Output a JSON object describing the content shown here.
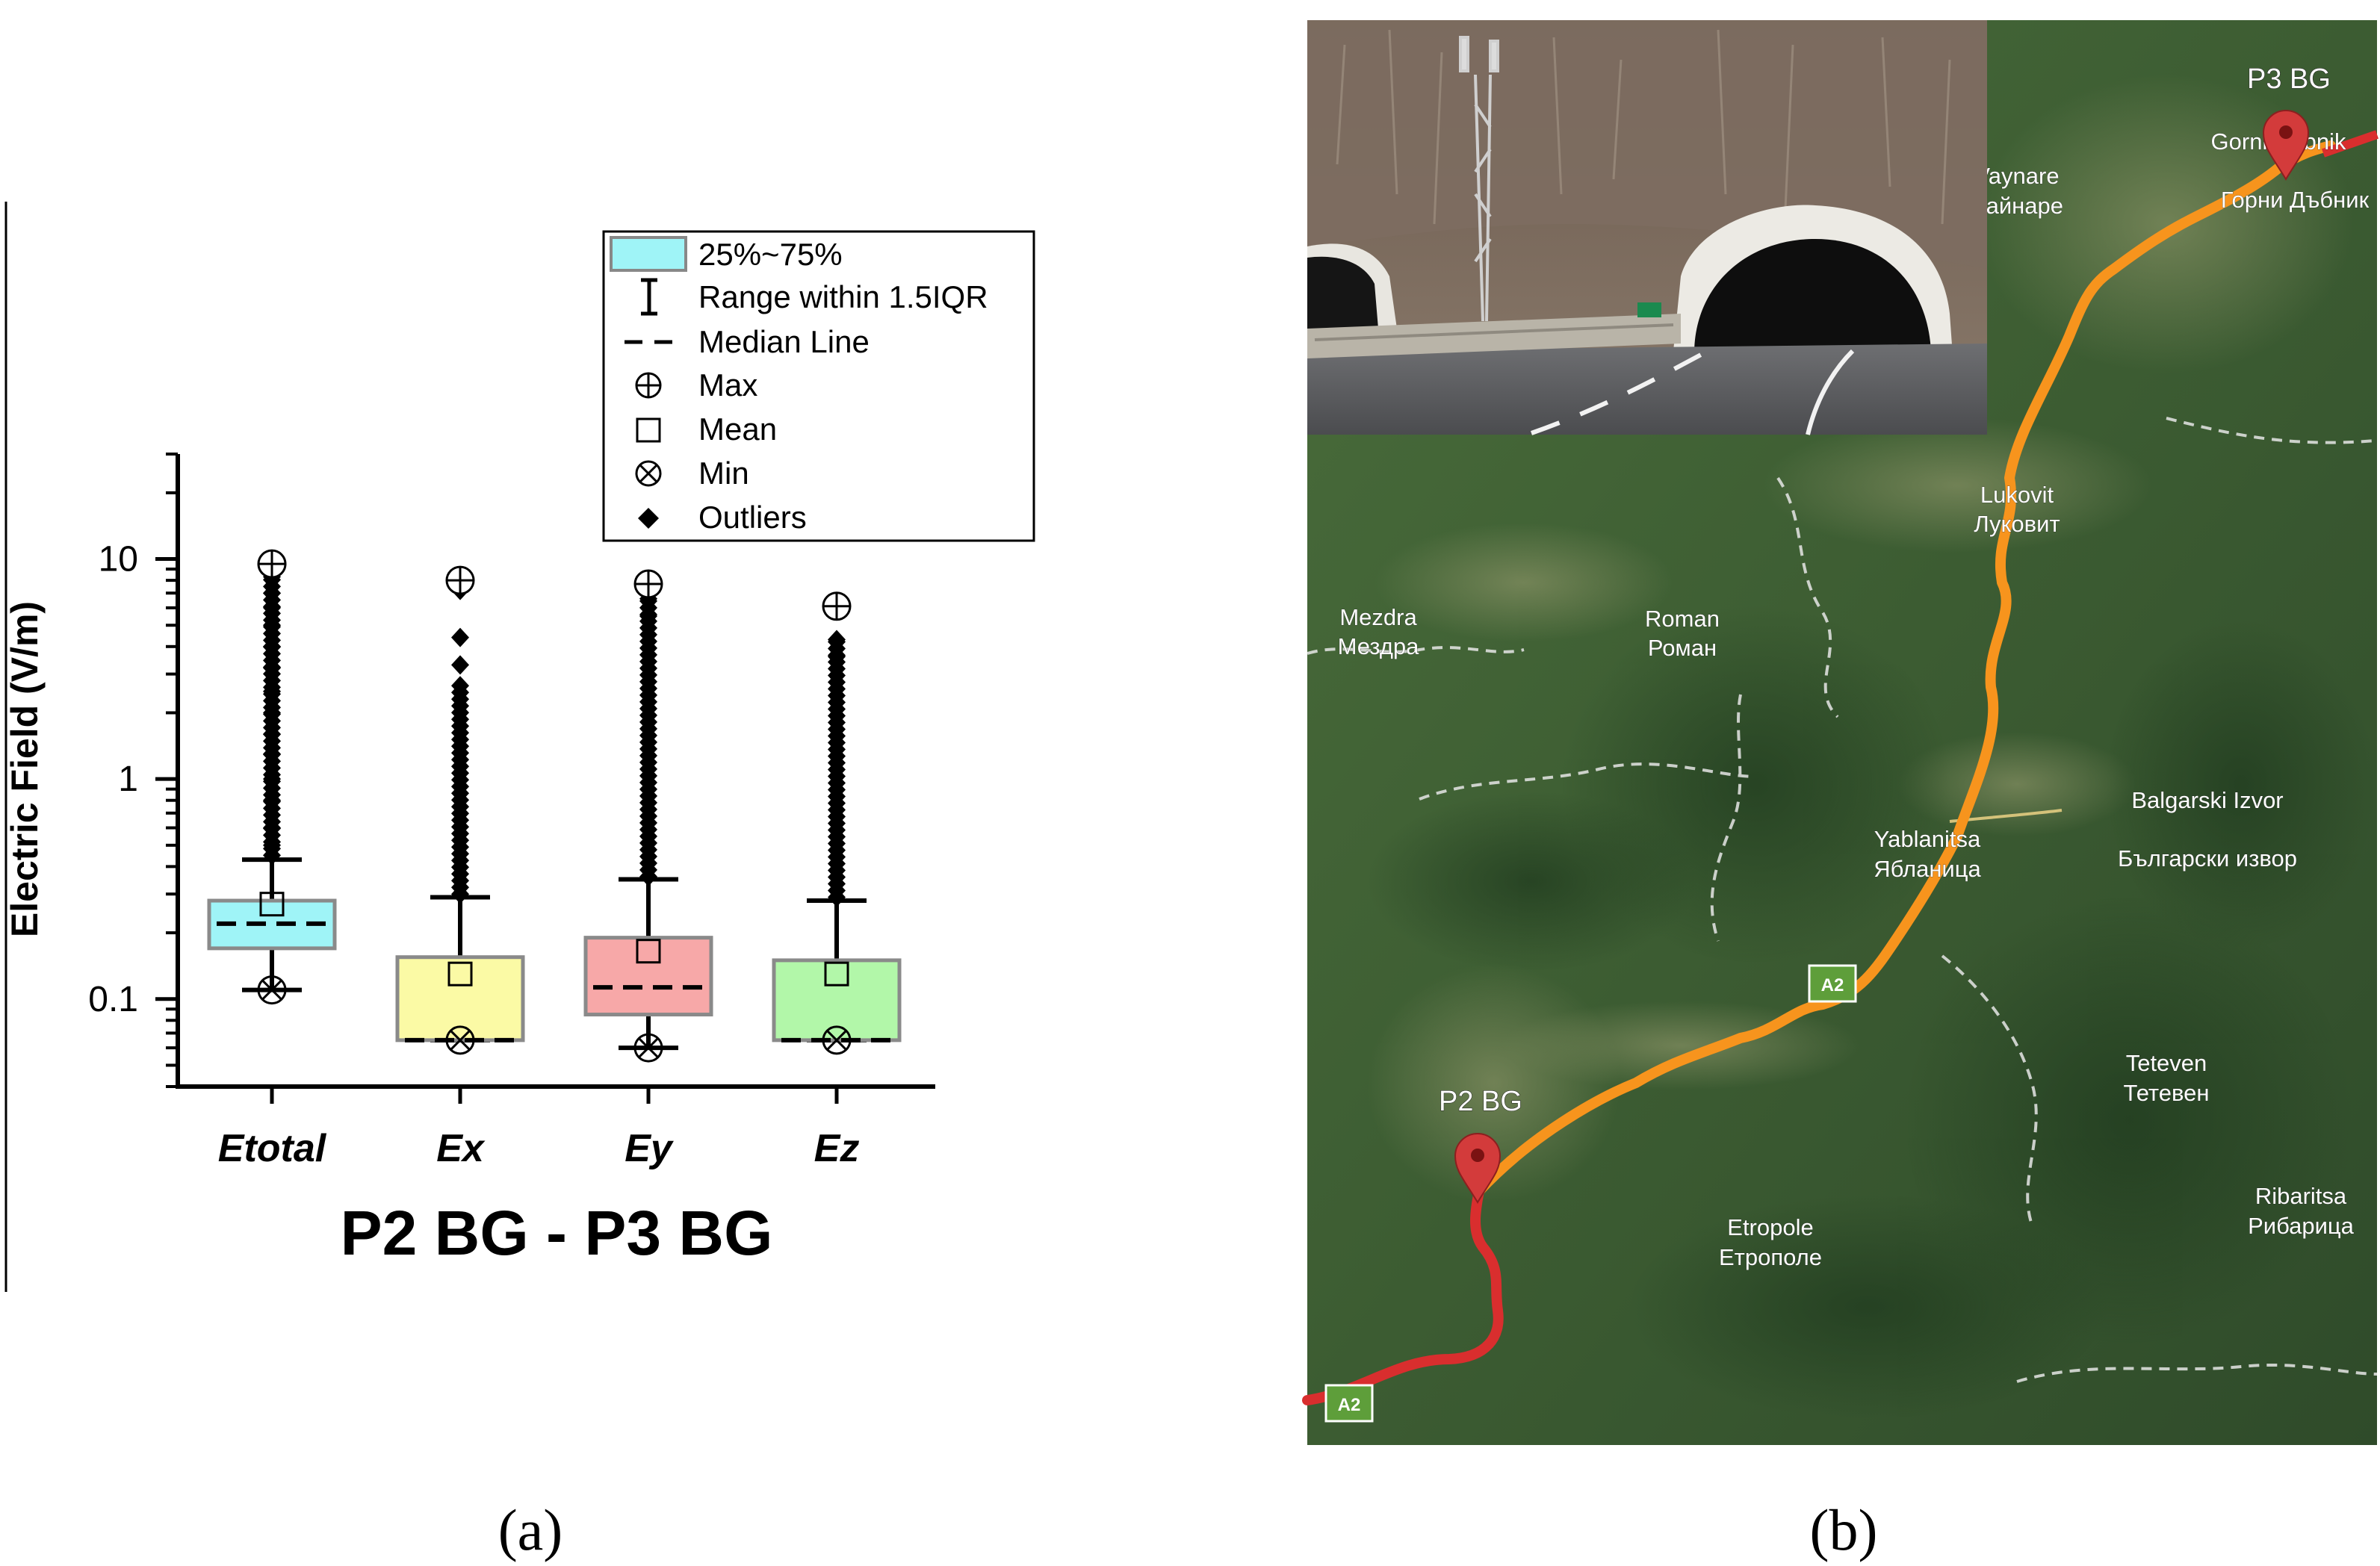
{
  "chart_data": {
    "type": "box",
    "title": "P2 BG - P3 BG",
    "ylabel": "Electric Field (V/m)",
    "xlabel": "",
    "yscale": "log",
    "ylim": [
      0.04,
      30
    ],
    "yticks": [
      {
        "value": 0.1,
        "label": "0.1"
      },
      {
        "value": 1,
        "label": "1"
      },
      {
        "value": 10,
        "label": "10"
      }
    ],
    "grid": false,
    "legend_position": "top-right",
    "legend": [
      {
        "key": "box",
        "label": "25%~75%"
      },
      {
        "key": "whisker",
        "label": "Range within 1.5IQR"
      },
      {
        "key": "median",
        "label": "Median Line"
      },
      {
        "key": "max",
        "label": "Max"
      },
      {
        "key": "mean",
        "label": "Mean"
      },
      {
        "key": "min",
        "label": "Min"
      },
      {
        "key": "outlier",
        "label": "Outliers"
      }
    ],
    "boxes": [
      {
        "label": "Etotal",
        "color": "#9ff4f7",
        "q1": 0.17,
        "median": 0.22,
        "q3": 0.28,
        "mean": 0.27,
        "whisker_low": 0.11,
        "whisker_high": 0.43,
        "min": 0.11,
        "max": 9.5,
        "outliers_range": [
          0.45,
          8.3
        ],
        "outliers_extra": [
          0.5,
          0.6,
          0.8,
          1.0,
          1.3,
          1.6,
          2.0,
          2.5,
          3.2,
          4.0,
          5.0,
          6.0,
          7.0,
          8.3
        ]
      },
      {
        "label": "Ex",
        "color": "#fbfaa5",
        "q1": 0.065,
        "median": 0.065,
        "q3": 0.155,
        "mean": 0.13,
        "whisker_low": 0.065,
        "whisker_high": 0.29,
        "min": 0.065,
        "max": 8.0,
        "outliers_range": [
          0.3,
          2.7
        ],
        "outliers_extra": [
          3.3,
          4.4,
          7.2
        ]
      },
      {
        "label": "Ey",
        "color": "#f7a8a8",
        "q1": 0.085,
        "median": 0.113,
        "q3": 0.19,
        "mean": 0.165,
        "whisker_low": 0.06,
        "whisker_high": 0.35,
        "min": 0.06,
        "max": 7.7,
        "outliers_range": [
          0.36,
          6.6
        ],
        "outliers_extra": [
          5.5,
          6.6
        ]
      },
      {
        "label": "Ez",
        "color": "#b2f7a9",
        "q1": 0.065,
        "median": 0.065,
        "q3": 0.15,
        "mean": 0.13,
        "whisker_low": 0.065,
        "whisker_high": 0.28,
        "min": 0.065,
        "max": 6.1,
        "outliers_range": [
          0.29,
          4.3
        ],
        "outliers_extra": [
          3.6,
          4.3
        ]
      }
    ]
  },
  "panels": {
    "a_caption": "(a)",
    "b_caption": "(b)"
  },
  "map": {
    "point_labels": {
      "p2": "P2 BG",
      "p3": "P3 BG"
    },
    "road_label": "A2",
    "places": [
      {
        "en": "Gorni Dabnik",
        "bg": "Горни Дъбник"
      },
      {
        "en": "Mezdra",
        "bg": "Мездра"
      },
      {
        "en": "Roman",
        "bg": "Роман"
      },
      {
        "en": "Lukovit",
        "bg": "Луковит"
      },
      {
        "en": "Yablanitsa",
        "bg": "Ябланица"
      },
      {
        "en": "Balgarski Izvor",
        "bg": "Български извор"
      },
      {
        "en": "Teteven",
        "bg": "Тетевен"
      },
      {
        "en": "Etropole",
        "bg": "Етрополе"
      },
      {
        "en": "Ribaritsa",
        "bg": "Рибарица"
      },
      {
        "en": "Vaynare",
        "bg": "Вайнаре"
      }
    ],
    "colors": {
      "route_orange": "#f7941d",
      "route_red": "#d92e2e",
      "marker": "#d33b3b",
      "road_badge": "#5e9e3a"
    }
  }
}
